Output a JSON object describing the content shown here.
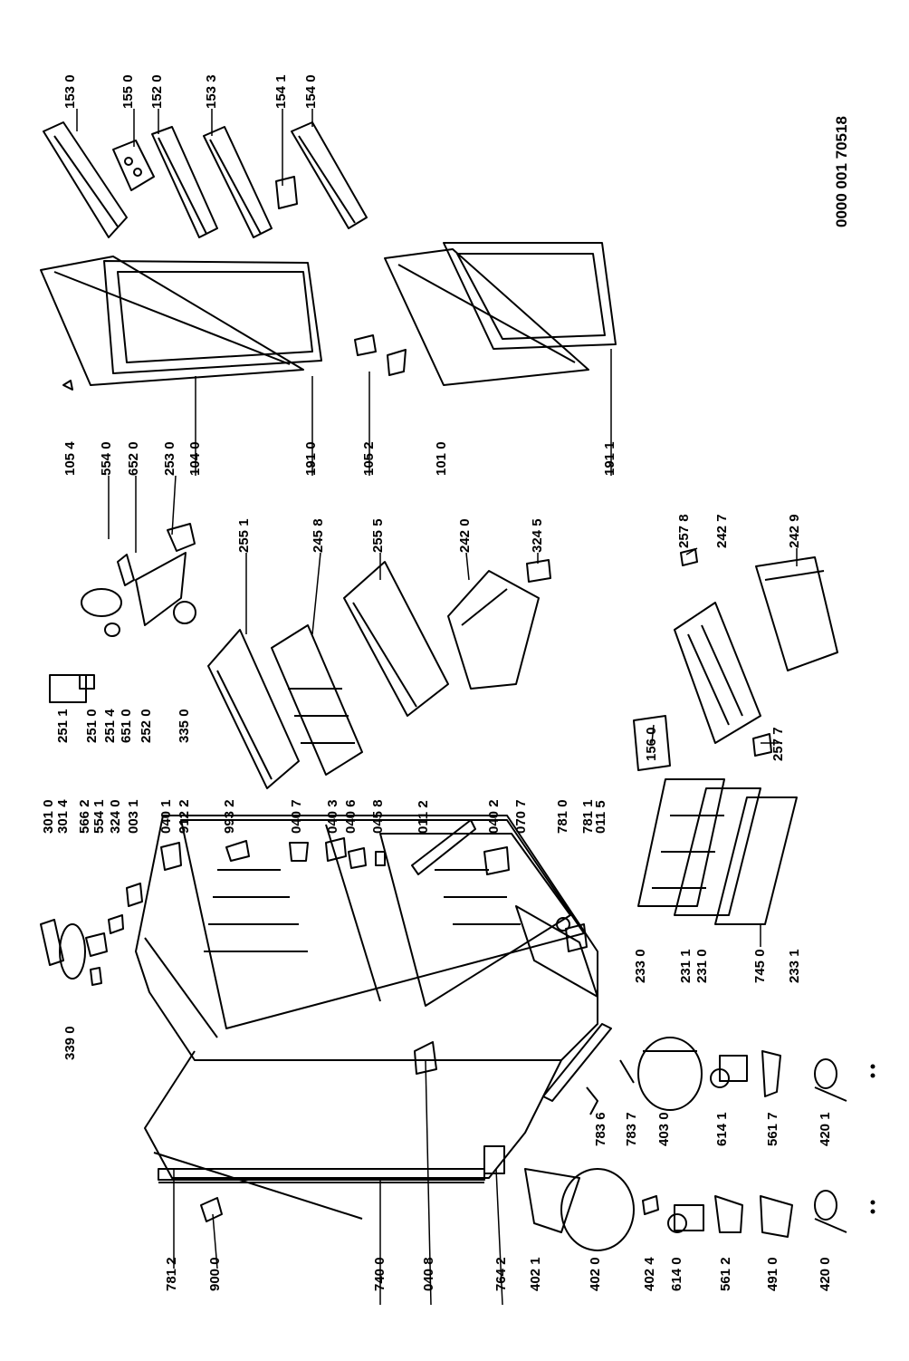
{
  "document_number": "0000 001 70518",
  "colors": {
    "ink": "#000000",
    "paper": "#ffffff"
  },
  "part_labels": [
    "153 0",
    "155 0",
    "152 0",
    "153 3",
    "154 1",
    "154 0",
    "105 4",
    "554 0",
    "652 0",
    "253 0",
    "104 0",
    "191 0",
    "105 2",
    "101 0",
    "191 1",
    "251 1",
    "251 0",
    "251 4",
    "651 0",
    "252 0",
    "335 0",
    "255 1",
    "245 8",
    "255 5",
    "242 0",
    "324 5",
    "257 8",
    "242 7",
    "242 9",
    "156 0",
    "257 7",
    "301 0",
    "301 4",
    "566 2",
    "554 1",
    "324 0",
    "003 1",
    "040 1",
    "912 2",
    "993 2",
    "040 7",
    "040 3",
    "040 6",
    "045 8",
    "011 2",
    "040 2",
    "070 7",
    "781 0",
    "781 1",
    "011 5",
    "339 0",
    "233 0",
    "231 1",
    "231 0",
    "745 0",
    "233 1",
    "783 6",
    "783 7",
    "403 0",
    "614 1",
    "561 7",
    "420 1",
    "781 2",
    "900 0",
    "740 0",
    "040 8",
    "764 2",
    "402 1",
    "402 0",
    "402 4",
    "614 0",
    "561 2",
    "491 0",
    "420 0"
  ]
}
